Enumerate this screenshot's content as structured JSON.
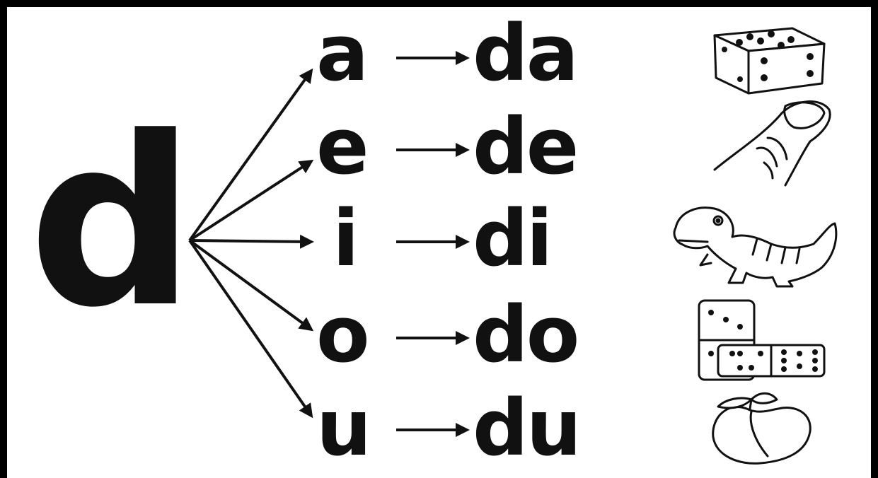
{
  "consonant": "d",
  "rows": [
    {
      "vowel": "a",
      "syllable": "da",
      "picture": "dice-icon"
    },
    {
      "vowel": "e",
      "syllable": "de",
      "picture": "finger-icon"
    },
    {
      "vowel": "i",
      "syllable": "di",
      "picture": "dinosaur-icon"
    },
    {
      "vowel": "o",
      "syllable": "do",
      "picture": "domino-icon"
    },
    {
      "vowel": "u",
      "syllable": "du",
      "picture": "peach-icon"
    }
  ],
  "colors": {
    "ink": "#111111",
    "background": "#ffffff",
    "frame": "#000000"
  }
}
